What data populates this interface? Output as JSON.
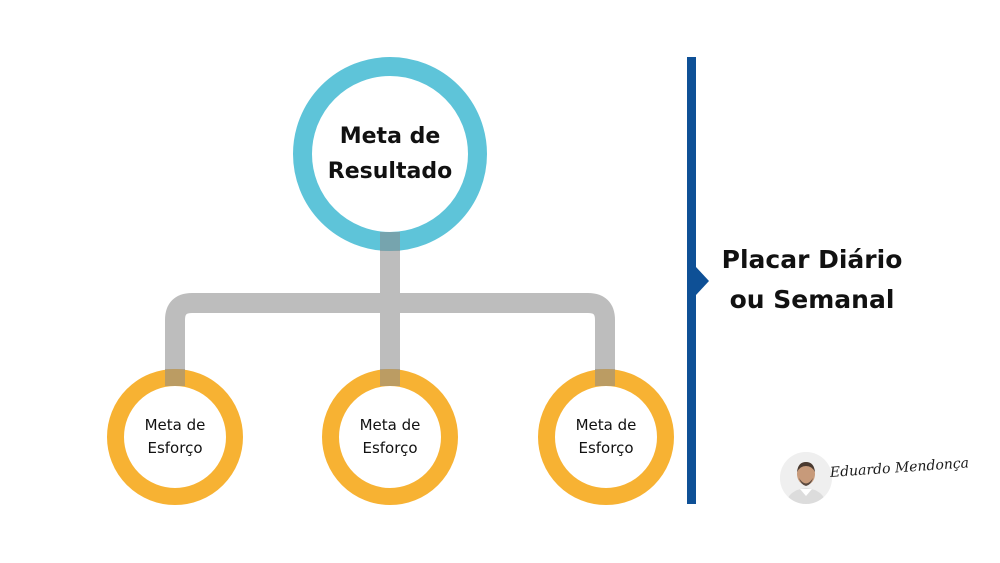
{
  "diagram": {
    "root": {
      "label_line1": "Meta de",
      "label_line2": "Resultado"
    },
    "children": [
      {
        "label_line1": "Meta de",
        "label_line2": "Esforço"
      },
      {
        "label_line1": "Meta de",
        "label_line2": "Esforço"
      },
      {
        "label_line1": "Meta de",
        "label_line2": "Esforço"
      }
    ],
    "side_label": {
      "line1": "Placar Diário",
      "line2": "ou Semanal"
    }
  },
  "author": {
    "signature": "Eduardo Mendonça"
  },
  "colors": {
    "root_ring": "#5ec4d9",
    "child_ring": "#f7b233",
    "connector": "#bdbdbd",
    "divider": "#0e5096"
  }
}
